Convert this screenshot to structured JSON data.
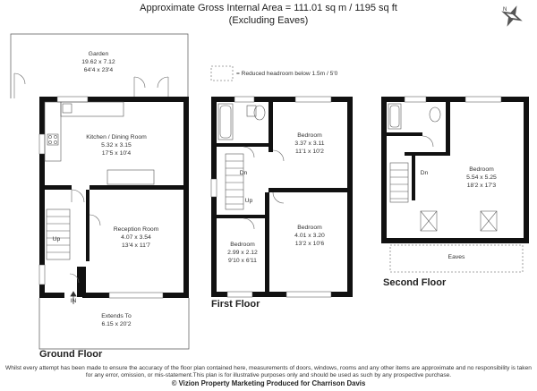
{
  "header": {
    "line1": "Approximate Gross Internal Area = 111.01 sq m / 1195 sq ft",
    "line2": "(Excluding Eaves)"
  },
  "legend": {
    "text": "= Reduced headroom below 1.5m / 5'0"
  },
  "compass": {
    "icon": "compass-rose-icon"
  },
  "ground_floor": {
    "title": "Ground Floor",
    "rooms": {
      "garden": {
        "name": "Garden",
        "metric": "19.62 x 7.12",
        "imperial": "64'4 x 23'4"
      },
      "kitchen": {
        "name": "Kitchen / Dining Room",
        "metric": "5.32 x 3.15",
        "imperial": "17'5 x 10'4"
      },
      "reception": {
        "name": "Reception Room",
        "metric": "4.07 x 3.54",
        "imperial": "13'4 x 11'7"
      },
      "extends": {
        "name": "Extends To",
        "metric": "6.15 x 20'2"
      }
    },
    "stairs_label": "Up",
    "entrance_label": "IN"
  },
  "first_floor": {
    "title": "First Floor",
    "rooms": {
      "bed1": {
        "name": "Bedroom",
        "metric": "3.37 x 3.11",
        "imperial": "11'1 x 10'2"
      },
      "bed2": {
        "name": "Bedroom",
        "metric": "4.01 x 3.20",
        "imperial": "13'2 x 10'6"
      },
      "bed3": {
        "name": "Bedroom",
        "metric": "2.99 x 2.12",
        "imperial": "9'10 x 6'11"
      }
    },
    "stairs_dn": "Dn",
    "stairs_up": "Up"
  },
  "second_floor": {
    "title": "Second Floor",
    "rooms": {
      "bed": {
        "name": "Bedroom",
        "metric": "5.54 x 5.25",
        "imperial": "18'2 x 17'3"
      },
      "eaves": {
        "name": "Eaves"
      }
    },
    "stairs_dn": "Dn"
  },
  "footer": {
    "disclaimer": "Whilst every attempt has been made to ensure the accuracy of the floor plan contained here, measurements of doors, windows, rooms and any other items are approximate and no responsibility is taken for any error, omission, or mis-statement.This plan is for illustrative purposes only and should be used as such by any prospective purchase.",
    "credit": "© Vizion Property Marketing    Produced for Charrison Davis"
  }
}
